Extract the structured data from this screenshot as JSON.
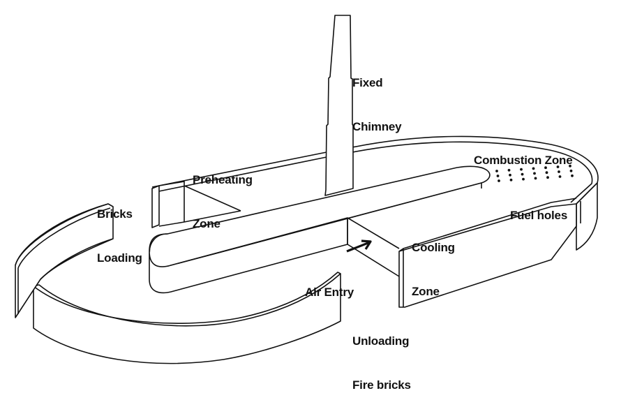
{
  "diagram": {
    "title": "Bull's Trench Kiln with Fixed Chimney",
    "labels": {
      "chimney": [
        "Fixed",
        "Chimney"
      ],
      "combustion": [
        "Combustion Zone"
      ],
      "preheating": [
        "Preheating",
        "Zone"
      ],
      "bricks_loading": [
        "Bricks",
        "Loading"
      ],
      "fuel_holes": [
        "Fuel holes"
      ],
      "cooling": [
        "Cooling",
        "Zone"
      ],
      "air_entry": [
        "Air Entry"
      ],
      "unloading": [
        "Unloading",
        "Fire bricks"
      ]
    },
    "components": [
      "fixed-chimney",
      "outer-trench-wall",
      "central-divider",
      "preheating-zone",
      "combustion-zone",
      "cooling-zone",
      "fuel-holes",
      "air-entry-arrow",
      "bricks-loading-gap",
      "unloading-gap"
    ],
    "fuel_hole_grid": {
      "columns": 7,
      "rows": 3
    },
    "colors": {
      "stroke": "#111111",
      "background": "#ffffff"
    }
  }
}
